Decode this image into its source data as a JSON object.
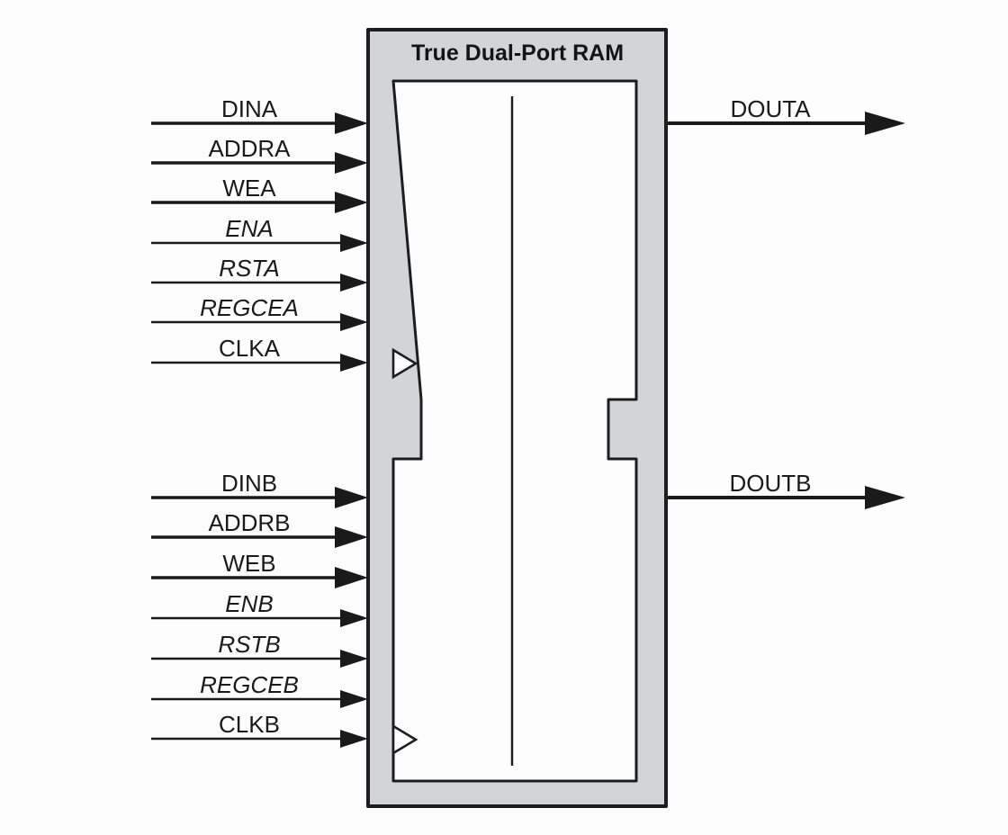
{
  "title": "True Dual-Port RAM",
  "colors": {
    "block_fill": "#d3d4d6",
    "block_border": "#1d1d1f",
    "inner_fill": "#fdfdfd",
    "signal_color": "#1a1a1a",
    "background": "#fdfdfd"
  },
  "icons": {
    "clock_a": "clock-edge-triangle",
    "clock_b": "clock-edge-triangle",
    "arrowheads": "filled-right-arrow"
  },
  "signals": {
    "port_a_inputs": [
      {
        "label": "DINA",
        "italic": false,
        "bus": true
      },
      {
        "label": "ADDRA",
        "italic": false,
        "bus": true
      },
      {
        "label": "WEA",
        "italic": false,
        "bus": true
      },
      {
        "label": "ENA",
        "italic": true,
        "bus": false
      },
      {
        "label": "RSTA",
        "italic": true,
        "bus": false
      },
      {
        "label": "REGCEA",
        "italic": true,
        "bus": false
      },
      {
        "label": "CLKA",
        "italic": false,
        "bus": false
      }
    ],
    "port_a_outputs": [
      {
        "label": "DOUTA",
        "italic": false,
        "bus": true
      }
    ],
    "port_b_inputs": [
      {
        "label": "DINB",
        "italic": false,
        "bus": true
      },
      {
        "label": "ADDRB",
        "italic": false,
        "bus": true
      },
      {
        "label": "WEB",
        "italic": false,
        "bus": true
      },
      {
        "label": "ENB",
        "italic": true,
        "bus": false
      },
      {
        "label": "RSTB",
        "italic": true,
        "bus": false
      },
      {
        "label": "REGCEB",
        "italic": true,
        "bus": false
      },
      {
        "label": "CLKB",
        "italic": false,
        "bus": false
      }
    ],
    "port_b_outputs": [
      {
        "label": "DOUTB",
        "italic": false,
        "bus": true
      }
    ]
  }
}
